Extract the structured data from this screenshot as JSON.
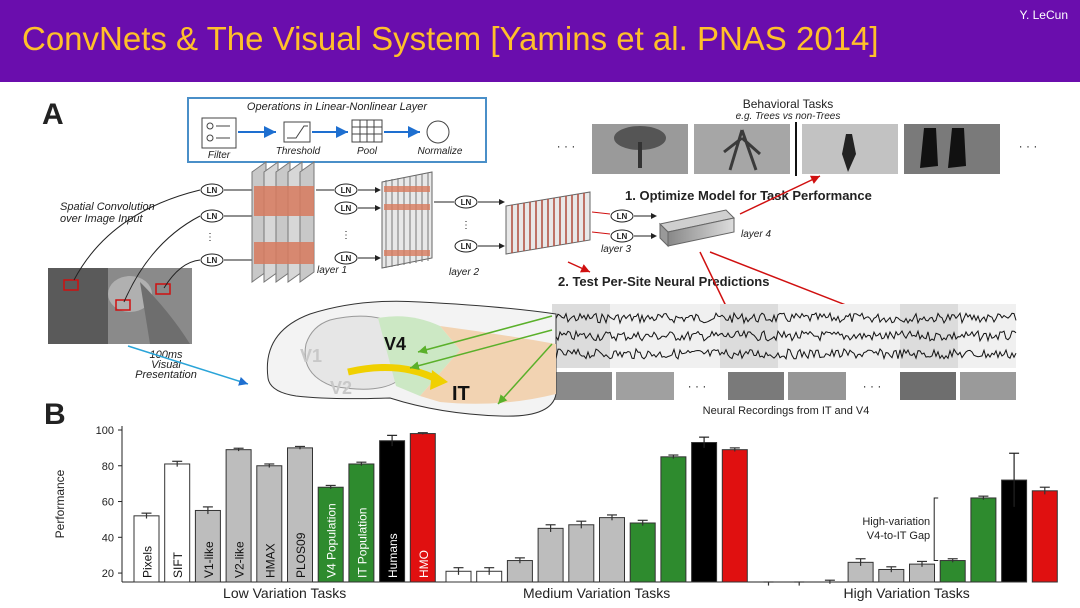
{
  "slide": {
    "title": "ConvNets & The Visual System [Yamins et al. PNAS 2014]",
    "author": "Y. LeCun",
    "colors": {
      "header": "#6a0dad",
      "title": "#ffc02a",
      "green": "#2e8b2e",
      "red": "#e01010",
      "black": "#000000",
      "gray": "#bdbdbd"
    }
  },
  "panel_a": {
    "label": "A",
    "operations_title": "Operations in Linear-Nonlinear Layer",
    "ops": [
      "Filter",
      "Threshold",
      "Pool",
      "Normalize"
    ],
    "spatial_conv": [
      "Spatial Convolution",
      "over Image Input"
    ],
    "ln_label": "LN",
    "layers": [
      "layer 1",
      "layer 2",
      "layer 3",
      "layer 4"
    ],
    "behavioral_title": "Behavioral Tasks",
    "behavioral_sub": "e.g. Trees vs non-Trees",
    "ellipsis": "· · ·",
    "step1": "1. Optimize Model for Task Performance",
    "step2": "2. Test Per-Site Neural Predictions",
    "presentation": [
      "100ms",
      "Visual",
      "Presentation"
    ],
    "areas": [
      "V1",
      "V2",
      "V4",
      "IT"
    ],
    "recordings": "Neural Recordings from IT and V4"
  },
  "panel_b": {
    "label": "B"
  },
  "chart_data": {
    "type": "bar",
    "ylabel": "Performance",
    "yticks": [
      20,
      40,
      60,
      80,
      100
    ],
    "ylim": [
      15,
      100
    ],
    "groups": [
      {
        "name": "Low Variation Tasks",
        "bars": [
          {
            "label": "Pixels",
            "value": 52,
            "err": 1.5,
            "color": "white"
          },
          {
            "label": "SIFT",
            "value": 81,
            "err": 1.5,
            "color": "white"
          },
          {
            "label": "V1-like",
            "value": 55,
            "err": 2,
            "color": "gray"
          },
          {
            "label": "V2-like",
            "value": 89,
            "err": 0.8,
            "color": "gray"
          },
          {
            "label": "HMAX",
            "value": 80,
            "err": 1,
            "color": "gray"
          },
          {
            "label": "PLOS09",
            "value": 90,
            "err": 0.8,
            "color": "gray"
          },
          {
            "label": "V4 Population",
            "value": 68,
            "err": 1,
            "color": "green"
          },
          {
            "label": "IT Population",
            "value": 81,
            "err": 1,
            "color": "green"
          },
          {
            "label": "Humans",
            "value": 94,
            "err": 3,
            "color": "black"
          },
          {
            "label": "HMO",
            "value": 98,
            "err": 0.5,
            "color": "red"
          }
        ]
      },
      {
        "name": "Medium Variation Tasks",
        "bars": [
          {
            "value": 21,
            "err": 2,
            "color": "white"
          },
          {
            "value": 21,
            "err": 2,
            "color": "white"
          },
          {
            "value": 27,
            "err": 1.5,
            "color": "gray"
          },
          {
            "value": 45,
            "err": 2,
            "color": "gray"
          },
          {
            "value": 47,
            "err": 2,
            "color": "gray"
          },
          {
            "value": 51,
            "err": 1.5,
            "color": "gray"
          },
          {
            "value": 48,
            "err": 1.5,
            "color": "green"
          },
          {
            "value": 85,
            "err": 1,
            "color": "green"
          },
          {
            "value": 93,
            "err": 3,
            "color": "black"
          },
          {
            "value": 89,
            "err": 1,
            "color": "red"
          }
        ]
      },
      {
        "name": "High Variation Tasks",
        "bars": [
          {
            "value": 14,
            "err": 1,
            "color": "white"
          },
          {
            "value": 14,
            "err": 1,
            "color": "white"
          },
          {
            "value": 15,
            "err": 1,
            "color": "gray"
          },
          {
            "value": 26,
            "err": 2,
            "color": "gray"
          },
          {
            "value": 22,
            "err": 1.5,
            "color": "gray"
          },
          {
            "value": 25,
            "err": 1.5,
            "color": "gray"
          },
          {
            "value": 27,
            "err": 1,
            "color": "green"
          },
          {
            "value": 62,
            "err": 1,
            "color": "green"
          },
          {
            "value": 72,
            "err": 15,
            "color": "black"
          },
          {
            "value": 66,
            "err": 2,
            "color": "red"
          }
        ]
      }
    ],
    "annotation": [
      "High-variation",
      "V4-to-IT Gap"
    ]
  }
}
